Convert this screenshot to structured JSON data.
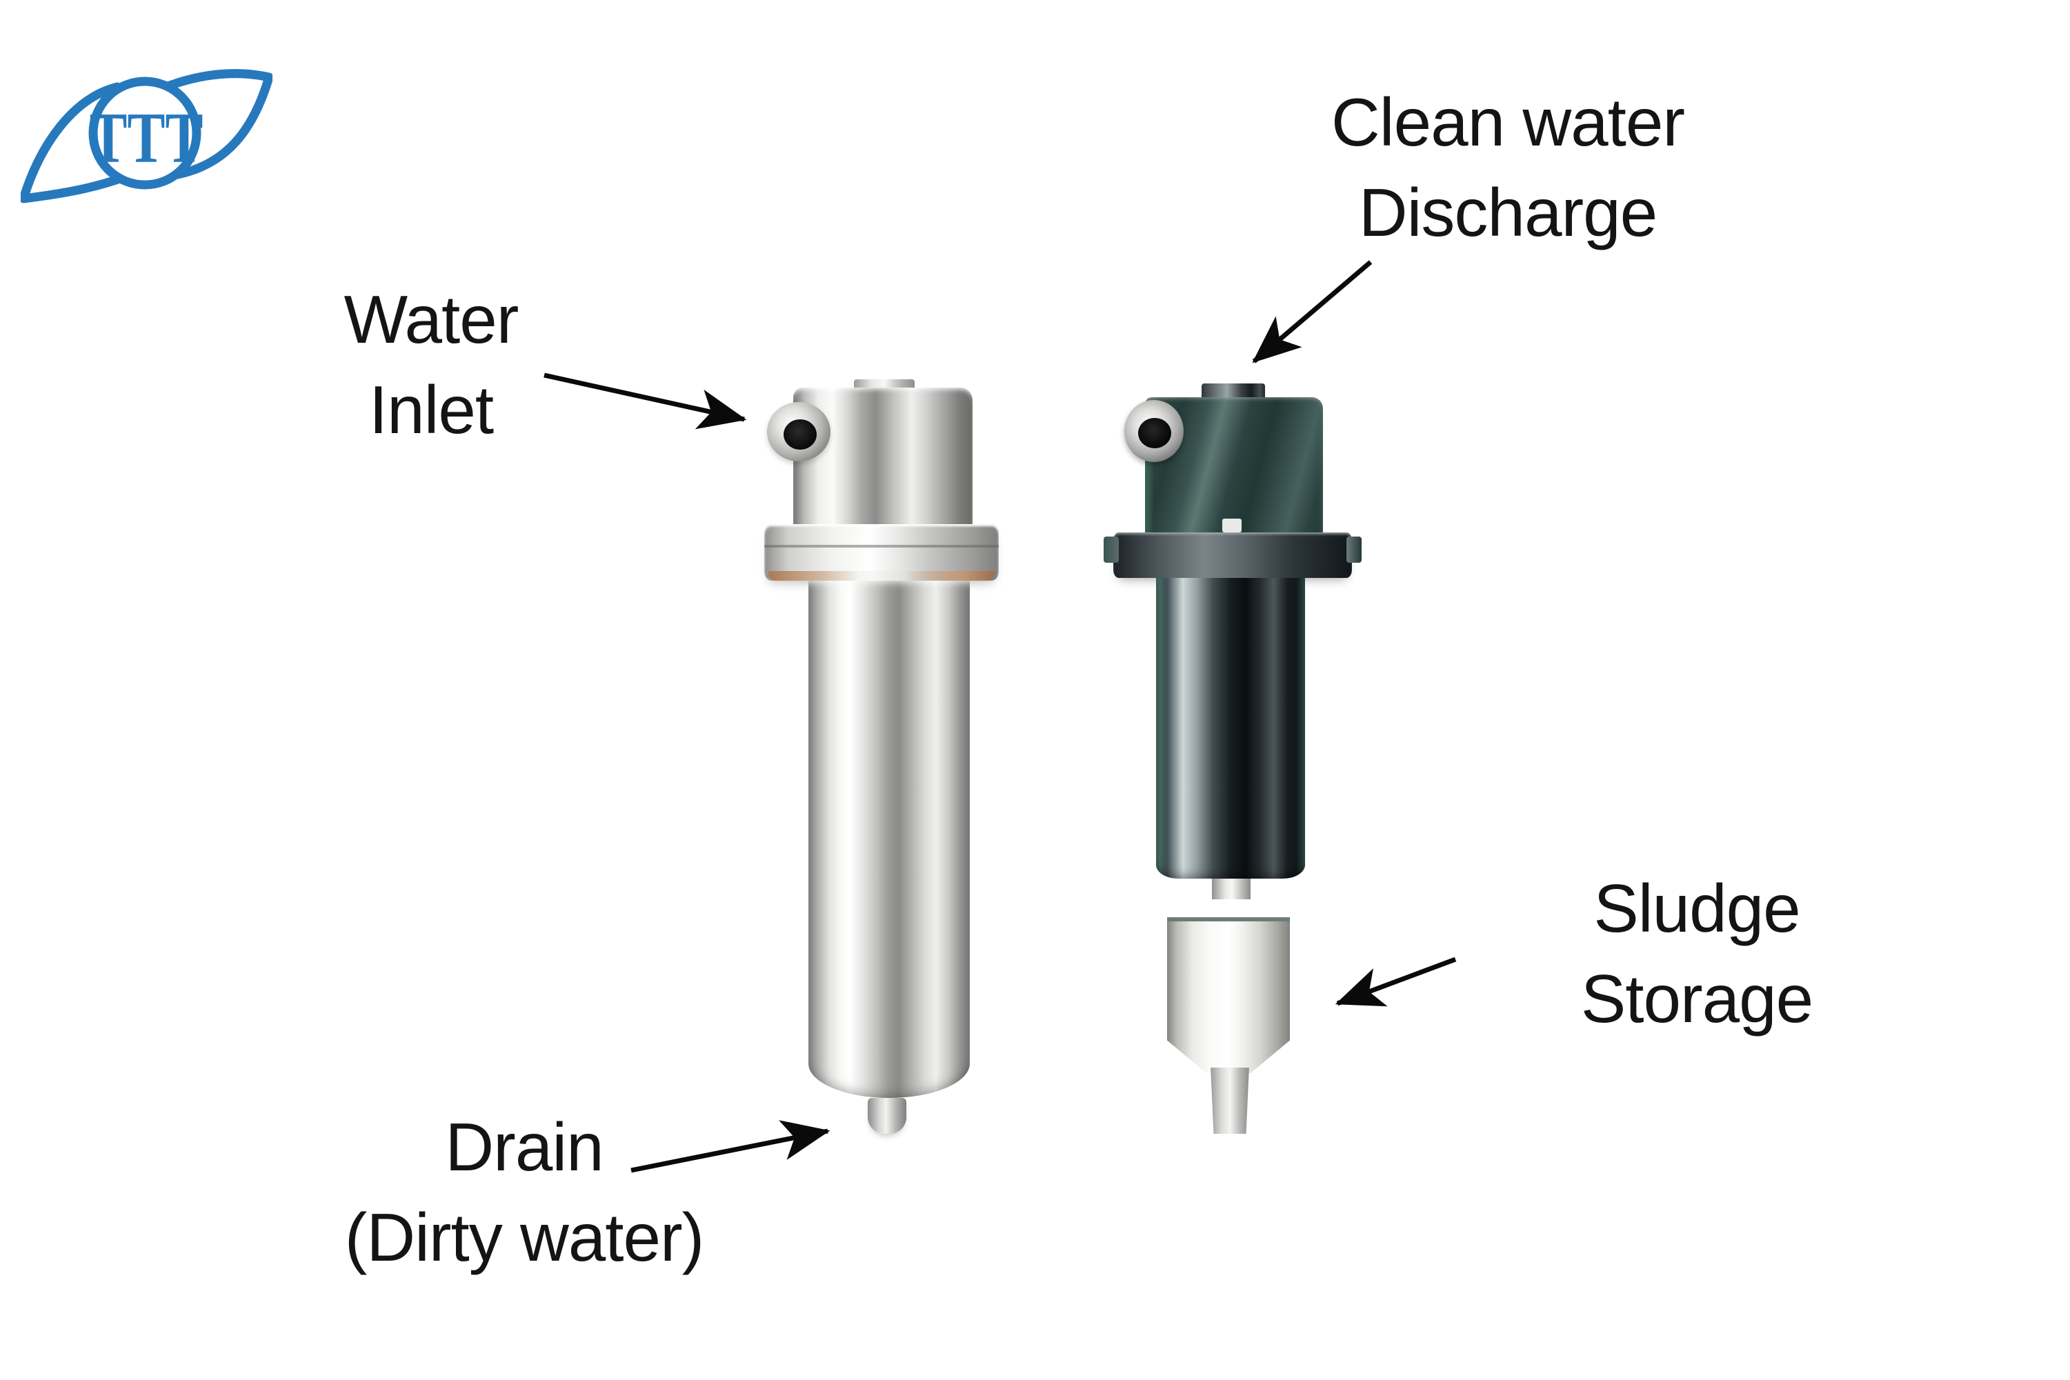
{
  "logo": {
    "monogram": "TTT",
    "color": "#2779bd"
  },
  "labels": {
    "clean_water": {
      "line1": "Clean water",
      "line2": "Discharge"
    },
    "water_inlet": {
      "line1": "Water",
      "line2": "Inlet"
    },
    "sludge": {
      "line1": "Sludge",
      "line2": "Storage"
    },
    "drain": {
      "line1": "Drain",
      "line2": "(Dirty water)"
    }
  },
  "colors": {
    "background": "#ffffff",
    "label_text": "#141414",
    "arrow": "#0a0a0a",
    "logo_blue": "#2779bd"
  }
}
